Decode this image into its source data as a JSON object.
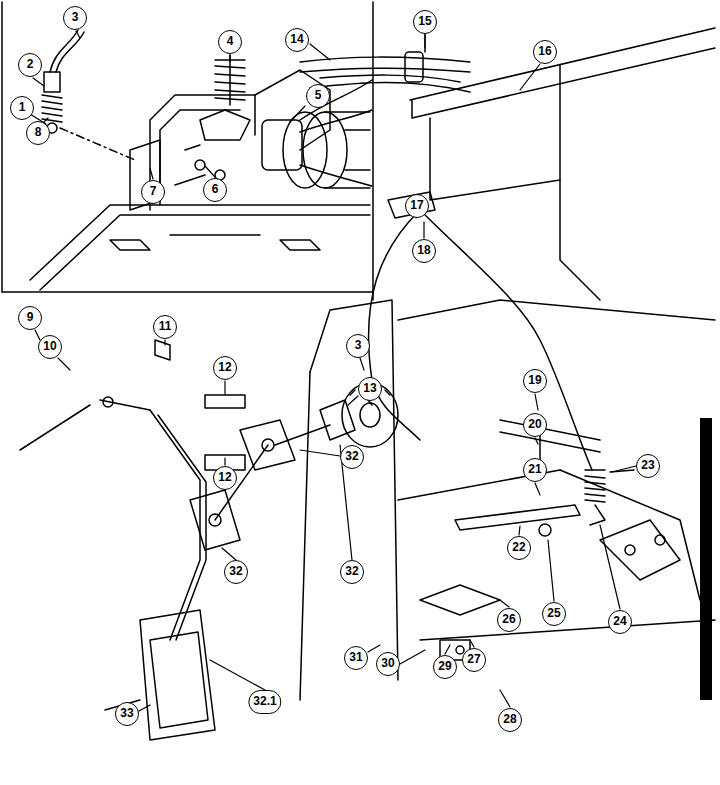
{
  "diagram": {
    "labels": [
      "3",
      "15",
      "14",
      "4",
      "16",
      "2",
      "5",
      "1",
      "8",
      "6",
      "7",
      "17",
      "18",
      "9",
      "11",
      "3",
      "10",
      "12",
      "13",
      "19",
      "20",
      "32",
      "21",
      "23",
      "12",
      "22",
      "32",
      "32",
      "25",
      "26",
      "24",
      "27",
      "29",
      "31",
      "30",
      "32.1",
      "28",
      "33"
    ]
  }
}
